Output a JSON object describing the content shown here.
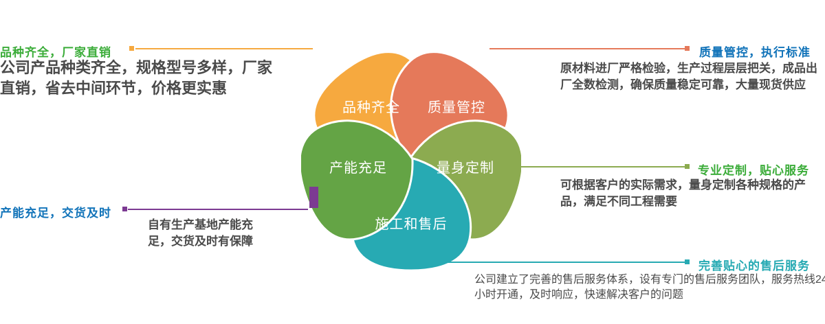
{
  "diagram": {
    "title": "five-advantages-flower",
    "petals": [
      {
        "label": "品种齐全",
        "color": "#F6A93F"
      },
      {
        "label": "质量管控",
        "color": "#E5795A"
      },
      {
        "label": "量身定制",
        "color": "#8CAB50"
      },
      {
        "label": "施工和售后",
        "color": "#27AAB3"
      },
      {
        "label": "产能充足",
        "color": "#64A445"
      }
    ]
  },
  "callouts": {
    "variety": {
      "heading": "品种齐全，厂家直销",
      "heading_color": "#3BAC39",
      "line_color": "#F6A93F",
      "body": "公司产品种类齐全，规格型号多样，厂家直销，省去中间环节，价格更实惠"
    },
    "quality": {
      "heading": "质量管控，执行标准",
      "heading_color": "#1173B9",
      "line_color": "#E5795A",
      "body": "原材料进厂严格检验，生产过程层层把关，成品出厂全数检测，确保质量稳定可靠，大量现货供应"
    },
    "custom": {
      "heading": "专业定制，贴心服务",
      "heading_color": "#3BAC39",
      "line_color": "#8CAB50",
      "body": "可根据客户的实际需求，量身定制各种规格的产品，满足不同工程需要"
    },
    "capacity": {
      "heading": "产能充足，交货及时",
      "heading_color": "#1173B9",
      "line_color": "#7C3A92",
      "body": "自有生产基地产能充足，交货及时有保障"
    },
    "service": {
      "heading": "完善贴心的售后服务",
      "heading_color": "#27AAB3",
      "line_color": "#27AAB3",
      "body_line1": "公司建立了完善的售后服务体系，设有专门的售后服务团队，服务热线24",
      "body_line2": "小时开通，及时响应，快速解决客户的问题"
    }
  }
}
